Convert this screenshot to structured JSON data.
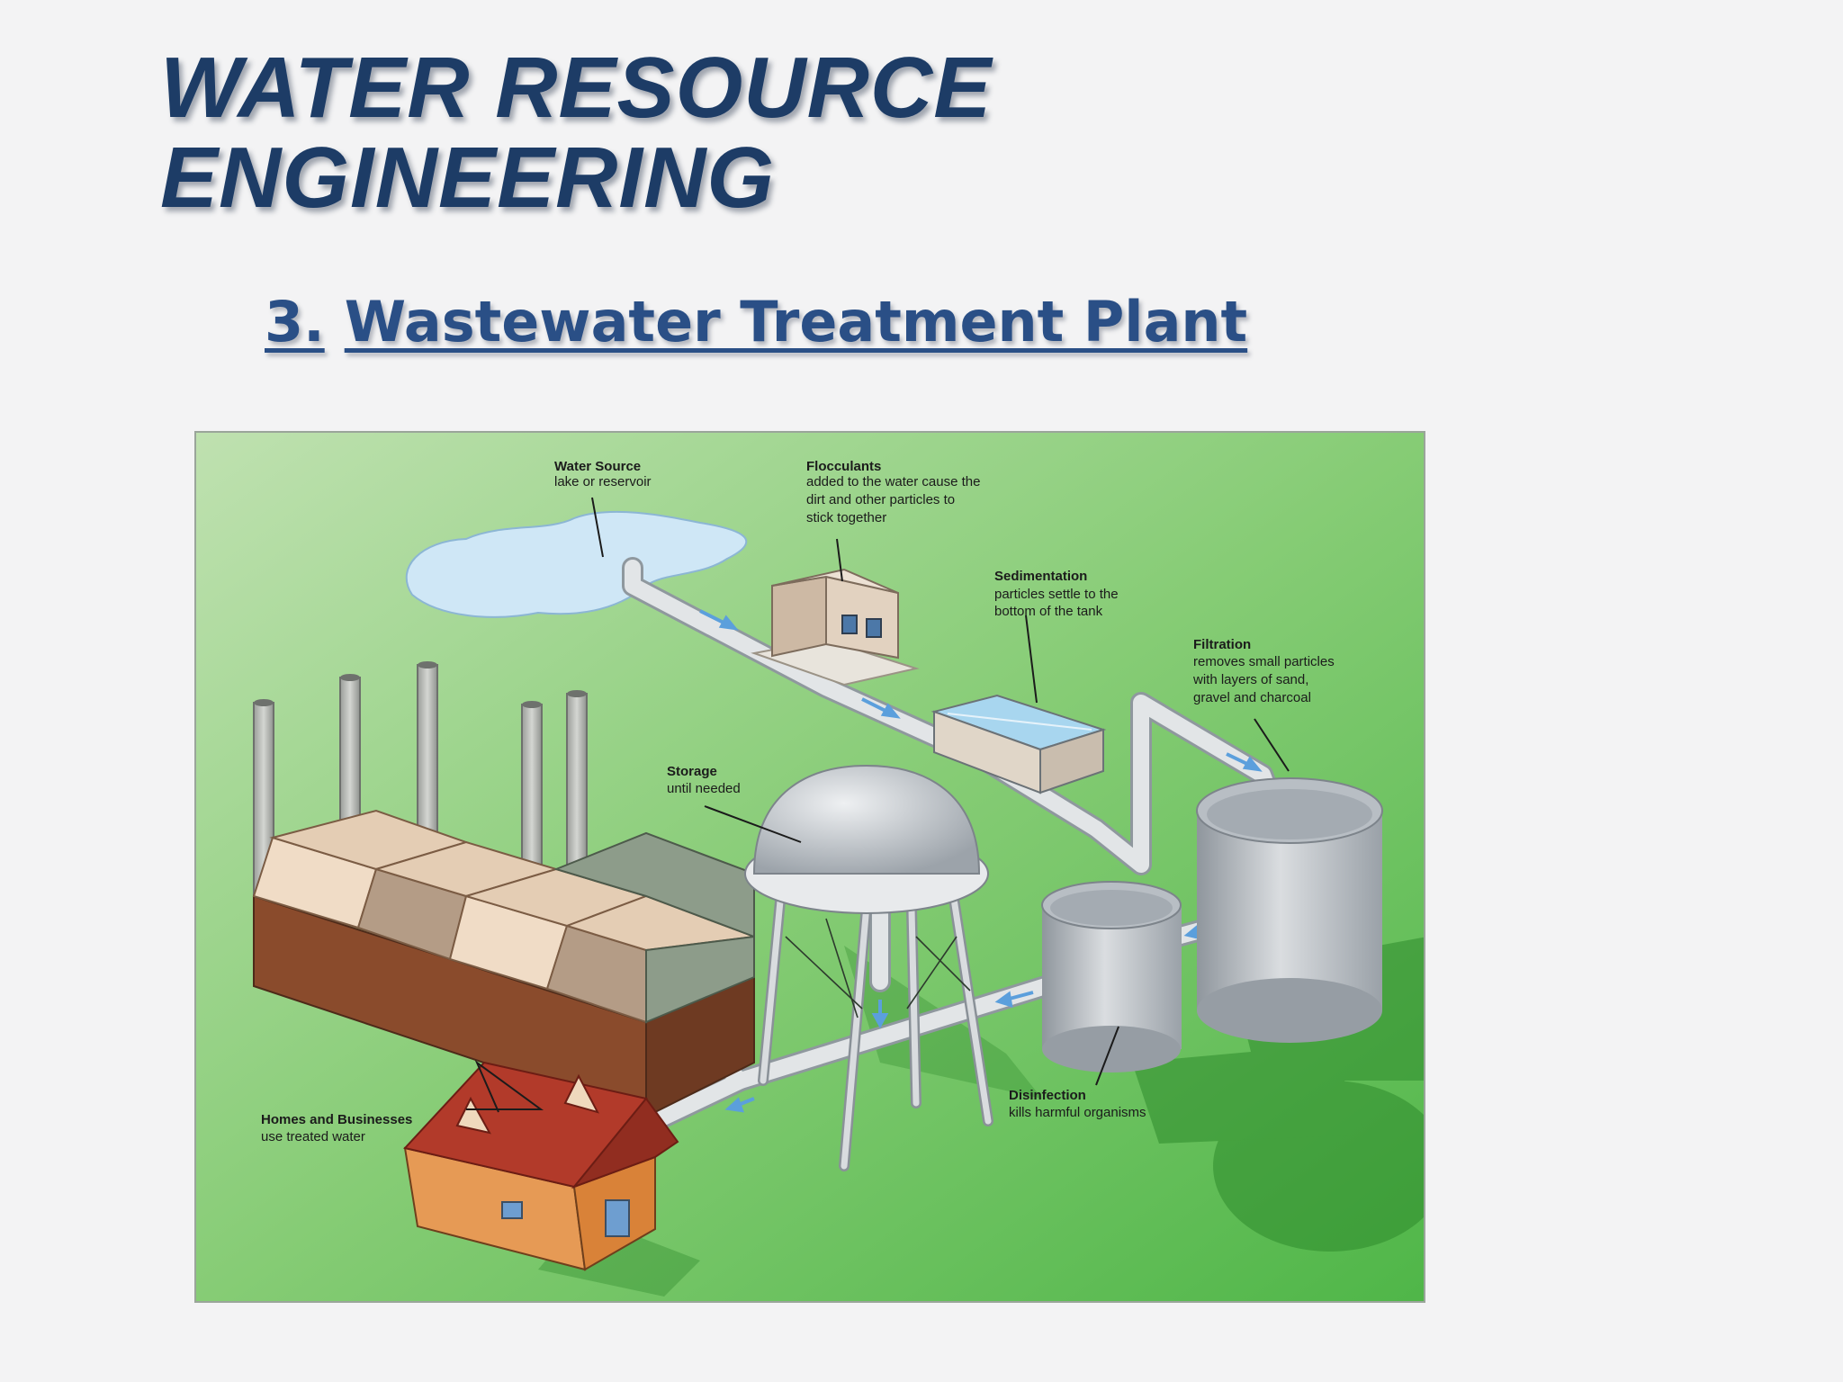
{
  "slide": {
    "title_line1": "WATER RESOURCE",
    "title_line2": "ENGINEERING",
    "subtitle_number": "3.",
    "subtitle_text": "Wastewater Treatment Plant"
  },
  "diagram": {
    "labels": {
      "water_source": {
        "title": "Water Source",
        "lines": [
          "lake or reservoir"
        ]
      },
      "flocculants": {
        "title": "Flocculants",
        "lines": [
          "added to the water cause the",
          "dirt and other particles to",
          "stick together"
        ]
      },
      "sedimentation": {
        "title": "Sedimentation",
        "lines": [
          "particles settle to the",
          "bottom of the tank"
        ]
      },
      "filtration": {
        "title": "Filtration",
        "lines": [
          "removes small particles",
          "with layers of sand,",
          "gravel and charcoal"
        ]
      },
      "storage": {
        "title": "Storage",
        "lines": [
          "until needed"
        ]
      },
      "disinfection": {
        "title": "Disinfection",
        "lines": [
          "kills harmful organisms"
        ]
      },
      "homes": {
        "title": "Homes and Businesses",
        "lines": [
          "use treated water"
        ]
      }
    },
    "colors": {
      "grass_light": "#b9deab",
      "grass_dark": "#4fb648",
      "pipe": "#dde0e3",
      "flow_arrow": "#5b9fdc",
      "water": "#cde6f5",
      "factory_brown": "#8a4b2c",
      "house_roof": "#b23a2a",
      "house_wall": "#e69a55"
    }
  }
}
